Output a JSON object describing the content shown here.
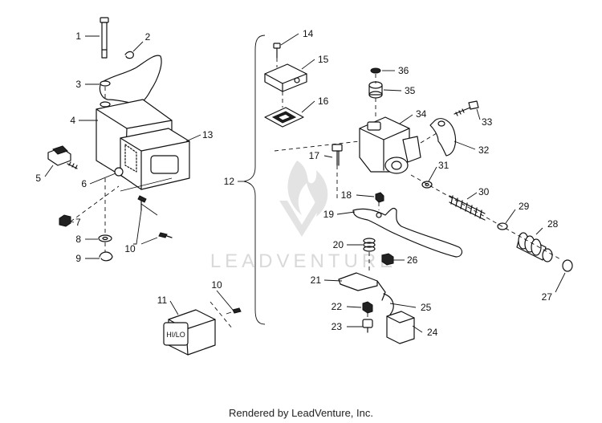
{
  "diagram": {
    "callouts": [
      "1",
      "2",
      "3",
      "4",
      "5",
      "6",
      "7",
      "8",
      "9",
      "10",
      "10",
      "11",
      "12",
      "13",
      "14",
      "15",
      "16",
      "17",
      "18",
      "19",
      "20",
      "21",
      "22",
      "23",
      "24",
      "25",
      "26",
      "27",
      "28",
      "29",
      "30",
      "31",
      "32",
      "33",
      "34",
      "35",
      "36"
    ],
    "plate_label": "HI/LO"
  },
  "watermark": {
    "text": "LEADVENTURE"
  },
  "footer": {
    "text": "Rendered by LeadVenture, Inc."
  },
  "colors": {
    "line": "#111111",
    "watermark": "#d9d9d9",
    "background": "#ffffff"
  }
}
